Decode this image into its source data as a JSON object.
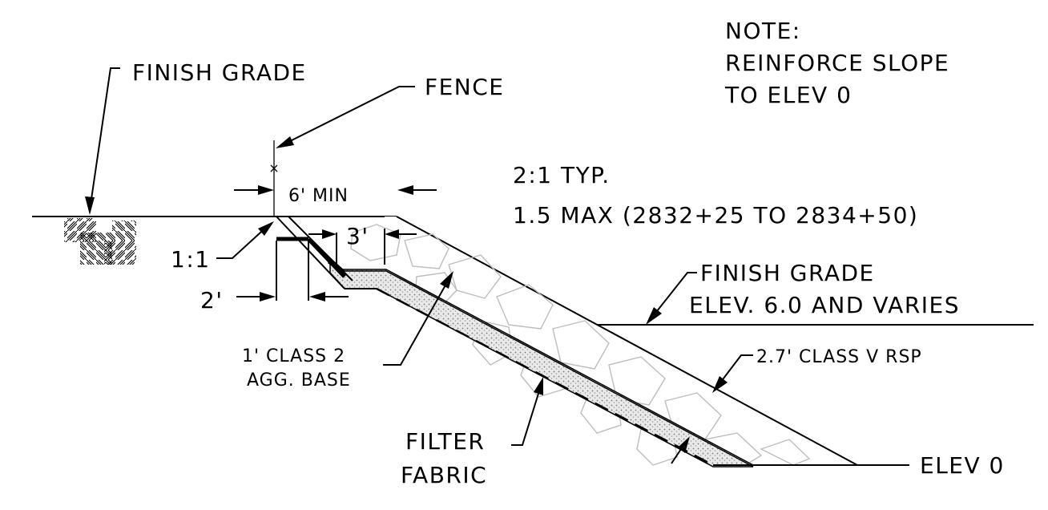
{
  "note": {
    "line1": "NOTE:",
    "line2": "REINFORCE SLOPE",
    "line3": "TO ELEV 0"
  },
  "labels": {
    "finish_grade_left": "FINISH GRADE",
    "fence": "FENCE",
    "six_min": "6' MIN",
    "three_ft": "3'",
    "one_to_one": "1:1",
    "two_ft": "2'",
    "slope_typ": "2:1 TYP.",
    "slope_max": "1.5 MAX (2832+25 TO 2834+50)",
    "finish_grade_right_1": "FINISH GRADE",
    "finish_grade_right_2": "ELEV. 6.0 AND VARIES",
    "agg_base_1": "1' CLASS 2",
    "agg_base_2": "AGG. BASE",
    "rsp": "2.7' CLASS V RSP",
    "filter_1": "FILTER",
    "filter_2": "FABRIC",
    "elev_0": "ELEV 0"
  }
}
